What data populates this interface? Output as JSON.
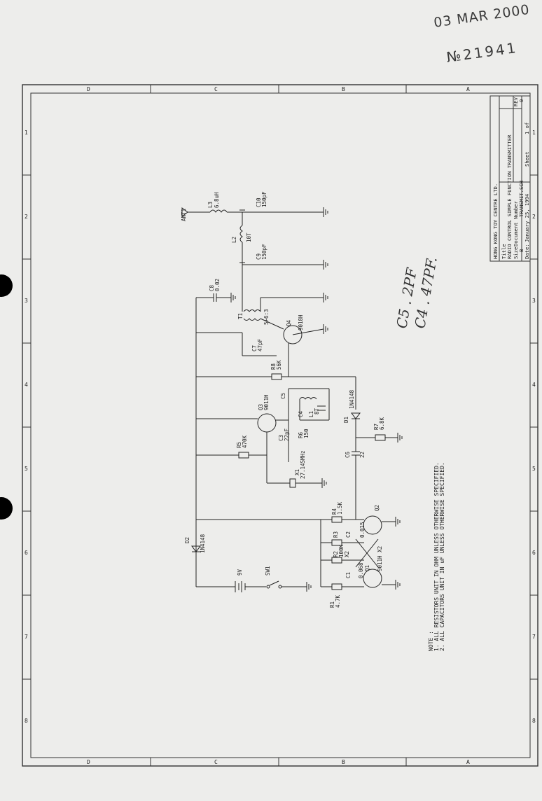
{
  "stamp": {
    "date": "03 MAR 2000",
    "number": "№21941"
  },
  "title_block": {
    "company": "HONG KONG TOY CENTRE LTD.",
    "title_label": "Title",
    "title": "RADIO CONTROL SIMPLE FUNCTION TRANSMITTER",
    "size_label": "Size",
    "doc_label": "Document Number",
    "rev_label": "REV",
    "size": "B",
    "doc_number": "TRANSMIT.SCH",
    "rev": "0",
    "date_label": "Date:",
    "date": "January 25, 1994",
    "sheet_label": "Sheet",
    "sheet": "1 of"
  },
  "border": {
    "top_letters": [
      "D",
      "C",
      "B",
      "A"
    ],
    "bottom_letters": [
      "D",
      "C",
      "B",
      "A"
    ],
    "left_numbers": [
      "1",
      "2",
      "3",
      "4",
      "5",
      "6",
      "7",
      "8"
    ],
    "right_numbers": [
      "1",
      "2",
      "3",
      "4",
      "5",
      "6",
      "7",
      "8"
    ]
  },
  "components": {
    "ant1": "ANT1",
    "l3": "L3",
    "l3_val": "6.8uH",
    "c10": "C10",
    "c10_val": "150pF",
    "l2": "L2",
    "l2_val": "10T",
    "c9": "C9",
    "c9_val": "150pF",
    "c8": "C8",
    "c8_val": "0.02",
    "t1": "T1",
    "t1_val": "5+6:3",
    "q4": "Q4",
    "q4_val": "9018H",
    "c7": "C7",
    "c7_val": "47pF",
    "r8": "R8",
    "r8_val": "56K",
    "q3": "Q3",
    "q3_val": "9011H",
    "c5": "C5",
    "l1": "L1",
    "l1_val": "8T",
    "c4": "C4",
    "r6": "R6",
    "r6_val": "150",
    "d1": "D1",
    "d1_val": "1N4148",
    "r7": "R7",
    "r7_val": "6.8K",
    "r5": "R5",
    "r5_val": "470K",
    "c3": "C3",
    "c3_val": "22pF",
    "x1": "X1",
    "x1_val": "27.145MHz",
    "c6": "C6",
    "c6_val": "22",
    "r4": "R4",
    "r4_val": "1.5K",
    "q2": "Q2",
    "d2": "D2",
    "d2_val": "1N4148",
    "c2": "C2",
    "c2_val": "0.015",
    "r3": "R3",
    "r2": "R2",
    "r2_val": "100K",
    "r2_mult": "X2",
    "q1": "Q1",
    "q1_val": "9011H X2",
    "c1": "C1",
    "c1_val": "0.068",
    "r1": "R1",
    "r1_val": "4.7K",
    "battery": "9V",
    "sw1": "SW1"
  },
  "notes": {
    "heading": "NOTE :",
    "line1": "1. ALL RESISTORS UNIT IN OHM UNLESS OTHERWISE SPECIFIED.",
    "line2": "2. ALL CAPACITORS UNIT IN uF UNLESS OTHERWISE SPECIFIED."
  },
  "handwritten": {
    "line1": "C5 . 2PF",
    "line2": "C4 . 47PF."
  }
}
